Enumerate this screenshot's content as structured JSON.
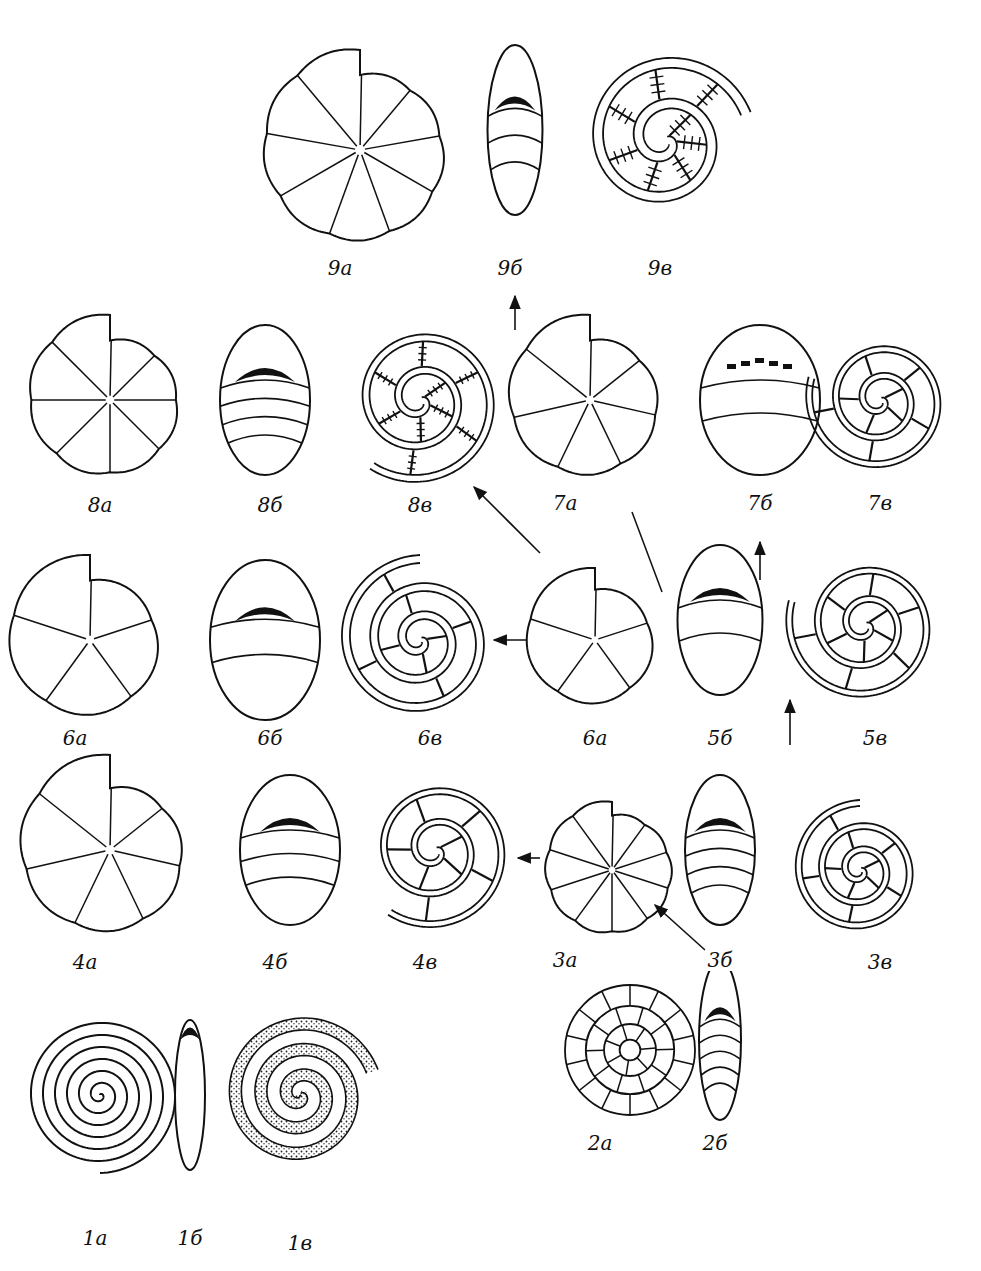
{
  "diagram": {
    "labels": [
      "9а",
      "9б",
      "9в",
      "8а",
      "8б",
      "8в",
      "7а",
      "7б",
      "7в",
      "6а",
      "6б",
      "6в",
      "6а",
      "5б",
      "5в",
      "4а",
      "4б",
      "4в",
      "3а",
      "3б",
      "3в",
      "2а",
      "2б",
      "1а",
      "1б",
      "1в"
    ]
  }
}
